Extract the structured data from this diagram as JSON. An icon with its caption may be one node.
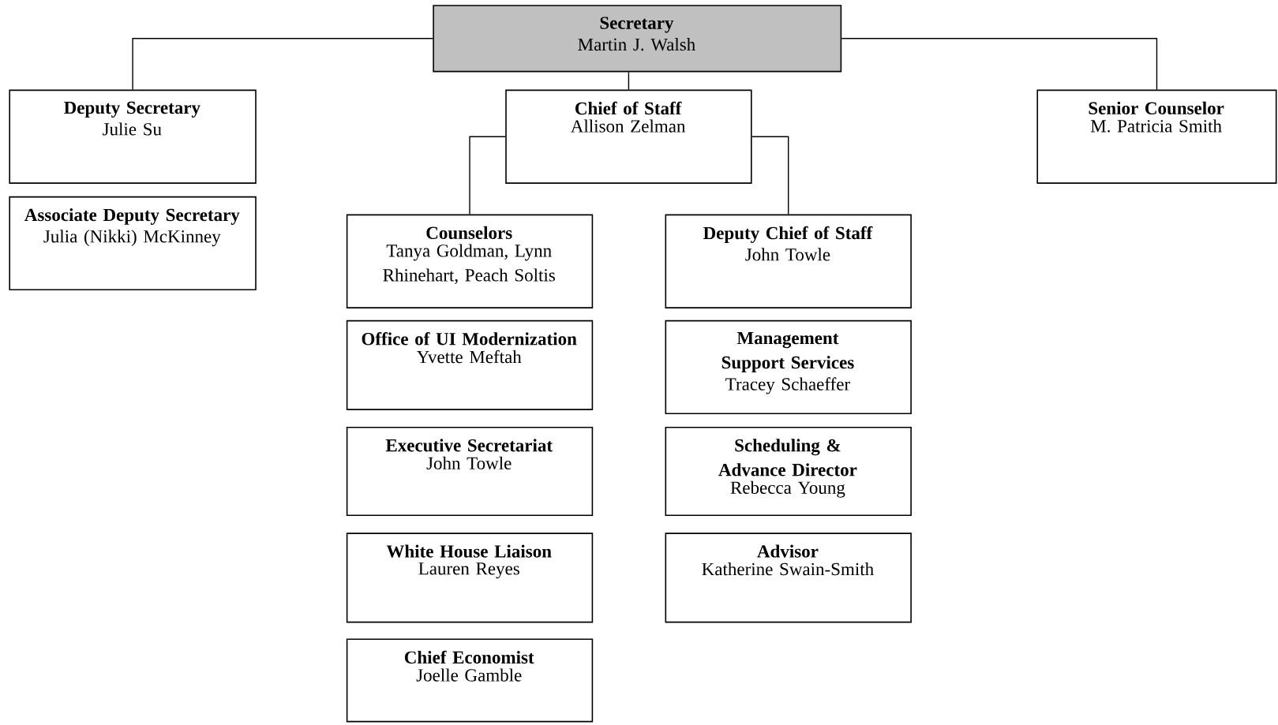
{
  "diagram": {
    "nodes": [
      {
        "text": [
          "Secretary",
          "Martin J. Walsh"
        ]
      },
      {
        "text": [
          "Deputy Secretary",
          "Julie Su"
        ]
      },
      {
        "text": [
          "Chief of Staff",
          "Allison Zelman"
        ]
      },
      {
        "text": [
          "Senior Counselor",
          "M. Patricia Smith"
        ]
      },
      {
        "text": [
          "Associate Deputy Secretary",
          "Julia (Nikki) McKinney"
        ]
      },
      {
        "text": [
          "Counselors",
          "Tanya Goldman, Lynn Rhinehart, Peach Soltis"
        ]
      },
      {
        "text": [
          "Deputy Chief of Staff",
          "John Towle"
        ]
      },
      {
        "text": [
          "Office of UI Modernization",
          "Yvette Meftah"
        ]
      },
      {
        "text": [
          "Management Support Services",
          "Tracey Schaeffer"
        ]
      },
      {
        "text": [
          "Executive Secretariat",
          "John Towle"
        ]
      },
      {
        "text": [
          "Scheduling & Advance Director",
          "Rebecca Young"
        ]
      },
      {
        "text": [
          "White House Liaison",
          "Lauren Reyes"
        ]
      },
      {
        "text": [
          "Advisor",
          "Katherine Swain-Smith"
        ]
      },
      {
        "text": [
          "Chief Economist",
          "Joelle Gamble"
        ]
      }
    ],
    "edges": [
      {
        "from": 0,
        "to": 1,
        "arrow": "none"
      },
      {
        "from": 0,
        "to": 2,
        "arrow": "none"
      },
      {
        "from": 0,
        "to": 3,
        "arrow": "none"
      },
      {
        "from": 2,
        "to": 5,
        "arrow": "none"
      },
      {
        "from": 2,
        "to": 6,
        "arrow": "none"
      }
    ]
  }
}
